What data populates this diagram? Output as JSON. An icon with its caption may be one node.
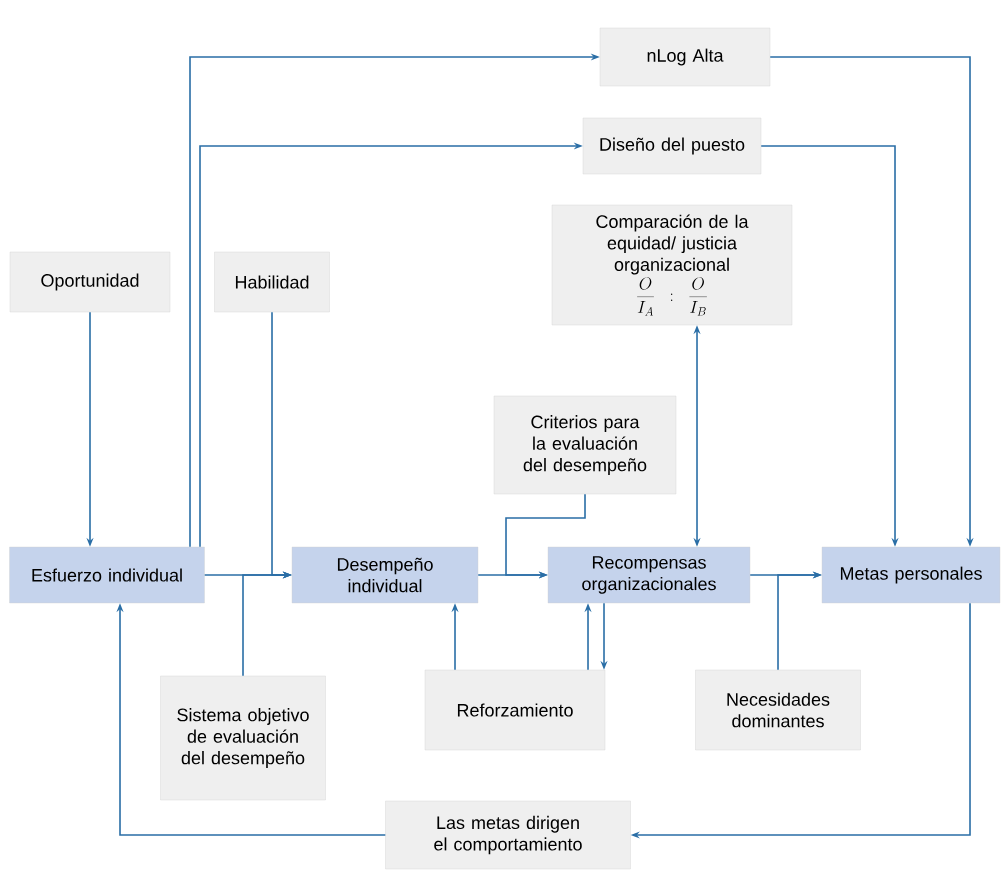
{
  "diagram": {
    "nodes": [
      {
        "text": [
          "nLog Alta"
        ]
      },
      {
        "text": [
          "Diseño del puesto"
        ]
      },
      {
        "text": [
          "Comparación de la equidad/ justicia organizacional",
          "\\frac{O}{I_A} : \\frac{O}{I_B}"
        ]
      },
      {
        "text": [
          "Oportunidad"
        ]
      },
      {
        "text": [
          "Habilidad"
        ]
      },
      {
        "text": [
          "Criterios para la evaluación del desempeño"
        ]
      },
      {
        "text": [
          "Esfuerzo individual"
        ]
      },
      {
        "text": [
          "Desempeño individual"
        ]
      },
      {
        "text": [
          "Recompensas organizacionales"
        ]
      },
      {
        "text": [
          "Metas personales"
        ]
      },
      {
        "text": [
          "Sistema objetivo de evaluación del desempeño"
        ]
      },
      {
        "text": [
          "Reforzamiento"
        ]
      },
      {
        "text": [
          "Necesidades dominantes"
        ]
      },
      {
        "text": [
          "Las metas dirigen el comportamiento"
        ]
      }
    ],
    "edges": [
      {
        "from": 6,
        "to": 0,
        "arrow": "to"
      },
      {
        "from": 6,
        "to": 1,
        "arrow": "to"
      },
      {
        "from": 0,
        "to": 9,
        "arrow": "to"
      },
      {
        "from": 1,
        "to": 9,
        "arrow": "to"
      },
      {
        "from": 2,
        "to": 8,
        "arrow": "both"
      },
      {
        "from": 3,
        "to": 6,
        "arrow": "to"
      },
      {
        "from": 4,
        "to": 7,
        "arrow": "to"
      },
      {
        "from": 6,
        "to": 7,
        "arrow": "to"
      },
      {
        "from": 10,
        "to": 7,
        "arrow": "to"
      },
      {
        "from": 7,
        "to": 8,
        "arrow": "to"
      },
      {
        "from": 5,
        "to": 8,
        "arrow": "to"
      },
      {
        "from": 8,
        "to": 9,
        "arrow": "to"
      },
      {
        "from": 12,
        "to": 9,
        "arrow": "to"
      },
      {
        "from": 11,
        "to": 7,
        "arrow": "to"
      },
      {
        "from": 11,
        "to": 8,
        "arrow": "to"
      },
      {
        "from": 8,
        "to": 11,
        "arrow": "to"
      },
      {
        "from": 9,
        "to": 13,
        "arrow": "to"
      },
      {
        "from": 13,
        "to": 6,
        "arrow": "to"
      }
    ]
  }
}
